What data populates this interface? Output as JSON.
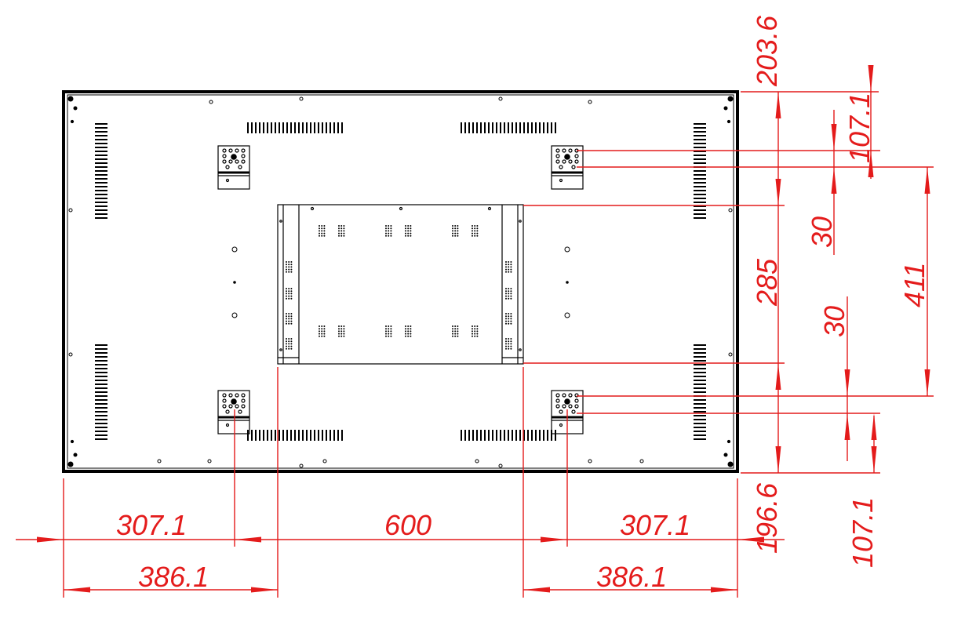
{
  "colors": {
    "outline": "#000000",
    "dimension": "#e41b1b",
    "background": "#ffffff"
  },
  "dimensions": {
    "h_307_left": "307.1",
    "h_600": "600",
    "h_307_right": "307.1",
    "h_386_left": "386.1",
    "h_386_right": "386.1",
    "v_203_6": "203.6",
    "v_107_1_top": "107.1",
    "v_30_top": "30",
    "v_285": "285",
    "v_30_bottom": "30",
    "v_411": "411",
    "v_196_6": "196.6",
    "v_107_1_bottom": "107.1"
  }
}
